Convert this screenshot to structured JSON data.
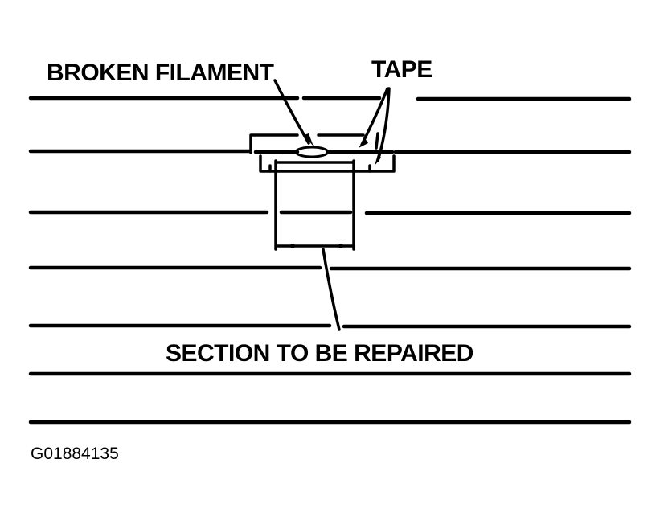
{
  "diagram": {
    "labels": {
      "broken_filament": "BROKEN FILAMENT",
      "tape": "TAPE",
      "section_to_be_repaired": "SECTION TO BE REPAIRED",
      "figure_code": "G01884135"
    },
    "colors": {
      "ink": "#000000",
      "background": "#ffffff"
    }
  }
}
